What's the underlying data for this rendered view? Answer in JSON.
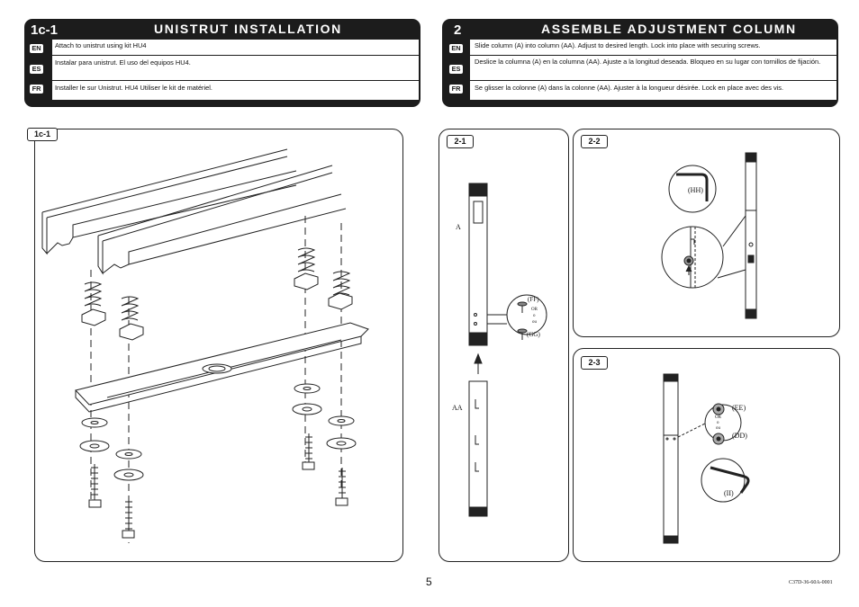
{
  "section1": {
    "step": "1c-1",
    "title": "UNISTRUT INSTALLATION",
    "rows": [
      {
        "lang": "EN",
        "text": "Attach to unistrut using kit HU4"
      },
      {
        "lang": "ES",
        "text": "Instalar para unistrut.  El uso del equipos HU4."
      },
      {
        "lang": "FR",
        "text": "Installer le sur Unistrut.  HU4 Utiliser le kit de matériel."
      }
    ]
  },
  "section2": {
    "step": "2",
    "title": "ASSEMBLE ADJUSTMENT COLUMN",
    "rows": [
      {
        "lang": "EN",
        "text": "Slide column (A) into column (AA).  Adjust to desired length.  Lock into place with securing screws."
      },
      {
        "lang": "ES",
        "text": "Deslice la columna (A) en la columna (AA). Ajuste a la longitud deseada. Bloqueo en su lugar con tornillos de fijación."
      },
      {
        "lang": "FR",
        "text": "Se glisser la colonne (A) dans la colonne (AA). Ajuster à la longueur désirée. Lock en place avec des vis."
      }
    ]
  },
  "panels": {
    "p1c1": {
      "tag": "1c-1"
    },
    "p21": {
      "tag": "2-1",
      "label_a": "A",
      "label_aa": "AA",
      "label_ff": "(FF)",
      "label_or": "OR",
      "label_o": "o",
      "label_ou": "ou",
      "label_gg": "(GG)"
    },
    "p22": {
      "tag": "2-2",
      "label_hh": "(HH)"
    },
    "p23": {
      "tag": "2-3",
      "label_ee": "(EE)",
      "label_or": "OR",
      "label_o": "o",
      "label_ou": "ou",
      "label_dd": "(DD)",
      "label_ii": "(II)"
    }
  },
  "footer": {
    "page": "5",
    "code": "C37D-36-60A-0001"
  },
  "colors": {
    "header": "#1c1c1c",
    "line": "#222222"
  }
}
